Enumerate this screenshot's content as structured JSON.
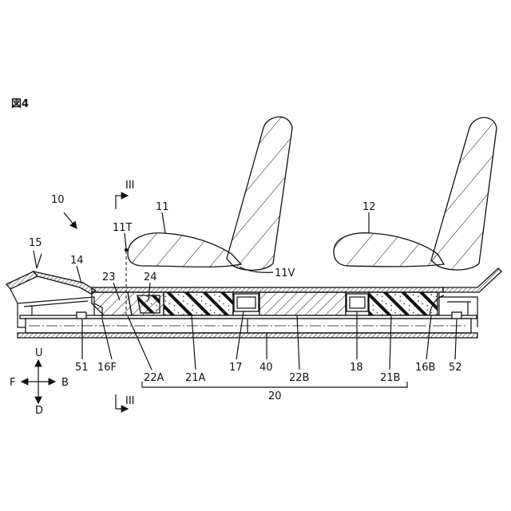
{
  "figure_label": "図4",
  "refs": {
    "r10": "10",
    "r15": "15",
    "r14": "14",
    "r23": "23",
    "r24": "24",
    "r11T": "11T",
    "r11": "11",
    "r12": "12",
    "r11V": "11V",
    "r51": "51",
    "r16F": "16F",
    "r22A": "22A",
    "r21A": "21A",
    "r17": "17",
    "r40": "40",
    "r22B": "22B",
    "r18": "18",
    "r21B": "21B",
    "r16B": "16B",
    "r52": "52",
    "r20": "20"
  },
  "section": {
    "top": "III",
    "bottom": "III"
  },
  "direction": {
    "up": "U",
    "front": "F",
    "back": "B",
    "down": "D"
  }
}
